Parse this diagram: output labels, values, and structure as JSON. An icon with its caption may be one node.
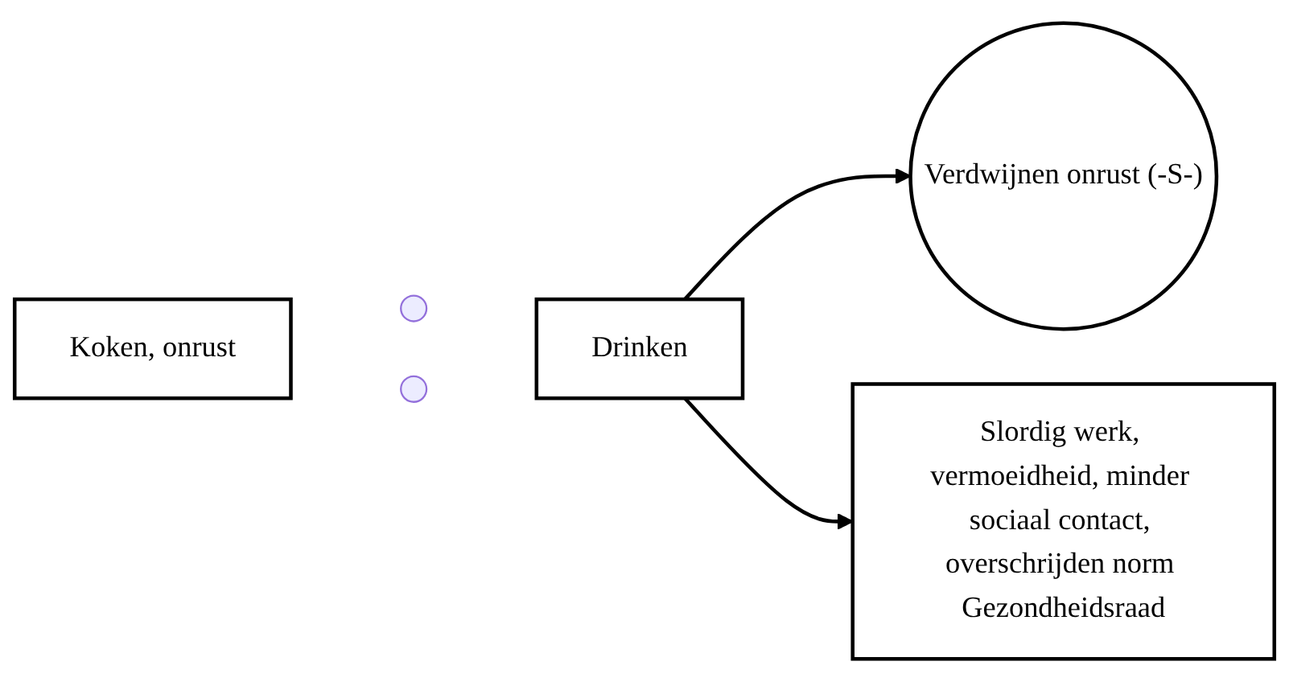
{
  "diagram": {
    "nodes": [
      {
        "text": [
          "Koken, onrust"
        ]
      },
      {
        "text": [],
        "shape": "circle"
      },
      {
        "text": [],
        "shape": "circle"
      },
      {
        "text": [
          "Drinken"
        ]
      },
      {
        "text": [
          "Verdwijnen onrust (-S-)"
        ]
      },
      {
        "text": [
          "Slordig werk, vermoeidheid, minder sociaal contact, overschrijden norm Gezondheidsraad"
        ]
      }
    ],
    "edges": [
      {
        "from": 3,
        "to": 4,
        "arrow": "to"
      },
      {
        "from": 3,
        "to": 5,
        "arrow": "to"
      }
    ]
  }
}
